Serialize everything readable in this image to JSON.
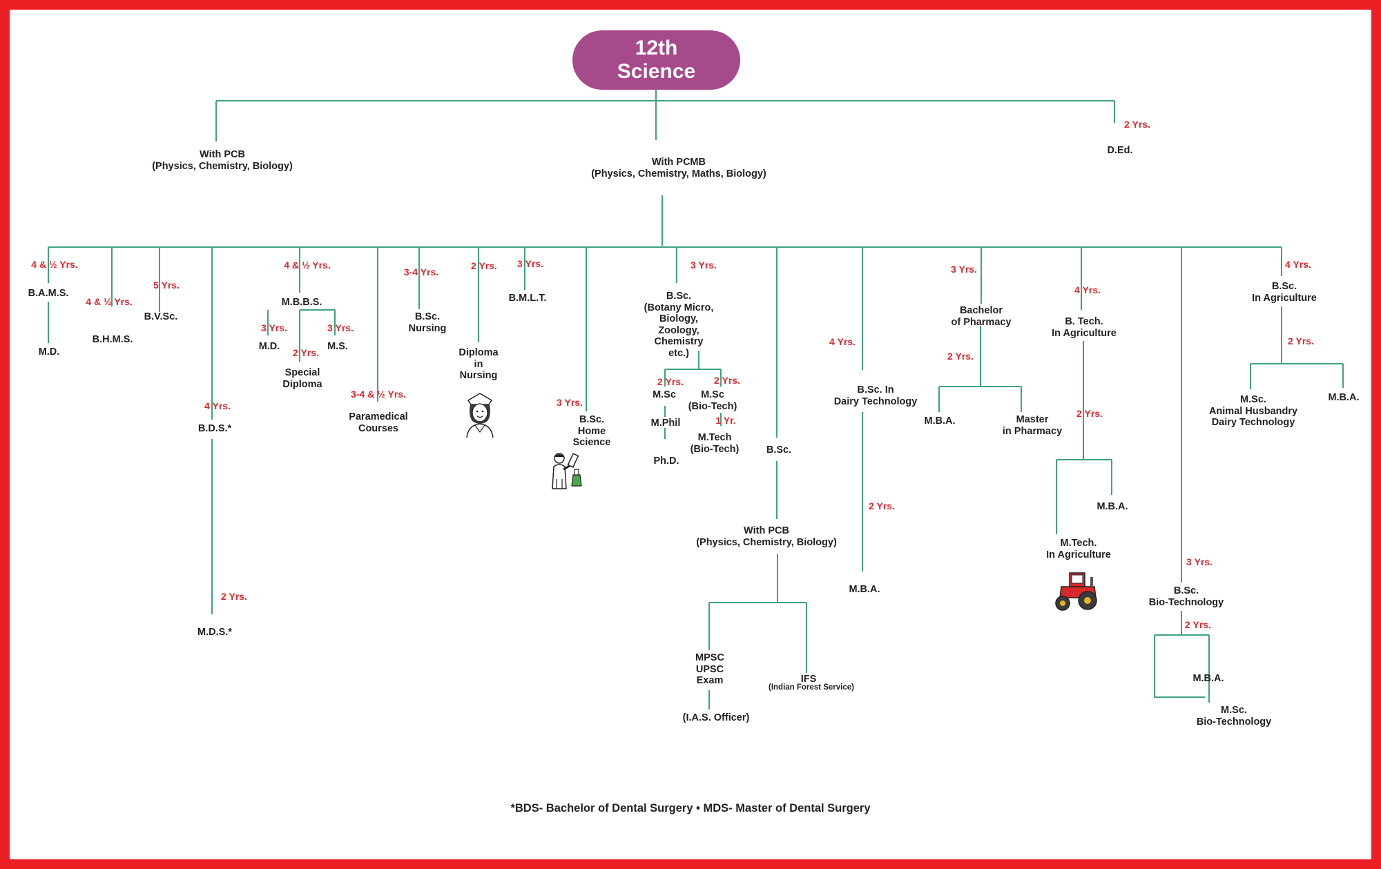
{
  "root": "12th\nScience",
  "accent_colors": {
    "border": "#ec2024",
    "pill": "#a64a8b",
    "line": "#3da37a",
    "duration": "#e0262b"
  },
  "streams": {
    "pcb": "With PCB\n(Physics, Chemistry, Biology)",
    "pcmb": "With PCMB\n(Physics, Chemistry, Maths, Biology)",
    "ded": "D.Ed.",
    "ded_yrs": "2 Yrs."
  },
  "courses": {
    "bams": "B.A.M.S.",
    "bams_yrs": "4 & ½ Yrs.",
    "bams_md": "M.D.",
    "bhms": "B.H.M.S.",
    "bhms_yrs": "4 & ½ Yrs.",
    "bvsc": "B.V.Sc.",
    "bvsc_yrs": "5 Yrs.",
    "bds": "B.D.S.*",
    "bds_yrs": "4 Yrs.",
    "mds": "M.D.S.*",
    "mds_yrs": "2 Yrs.",
    "mbbs": "M.B.B.S.",
    "mbbs_yrs": "4 & ½ Yrs.",
    "mbbs_md": "M.D.",
    "mbbs_md_yrs": "3 Yrs.",
    "special_diploma": "Special\nDiploma",
    "special_diploma_yrs": "2 Yrs.",
    "mbbs_ms": "M.S.",
    "mbbs_ms_yrs": "3 Yrs.",
    "paramedical": "Paramedical\nCourses",
    "paramedical_yrs": "3-4 & ½ Yrs.",
    "bsc_nursing": "B.Sc.\nNursing",
    "bsc_nursing_yrs": "3-4 Yrs.",
    "diploma_nursing": "Diploma\nin\nNursing",
    "diploma_nursing_yrs": "2 Yrs.",
    "bmlt": "B.M.L.T.",
    "bmlt_yrs": "3 Yrs.",
    "bsc_home": "B.Sc.\nHome\nScience",
    "bsc_home_yrs": "3 Yrs.",
    "bsc_botany": "B.Sc.\n(Botany Micro,\nBiology,\nZoology,\nChemistry\netc.)",
    "bsc_botany_yrs": "3 Yrs.",
    "msc": "M.Sc",
    "msc_yrs": "2 Yrs.",
    "mphil": "M.Phil",
    "phd": "Ph.D.",
    "msc_biotech": "M.Sc\n(Bio-Tech)",
    "msc_biotech_yrs": "2 Yrs.",
    "mtech_biotech": "M.Tech\n(Bio-Tech)",
    "mtech_biotech_yrs": "1 Yr.",
    "bsc_general": "B.Sc.",
    "with_pcb_inner": "With PCB\n(Physics, Chemistry, Biology)",
    "mpsc": "MPSC\nUPSC\nExam",
    "ias": "(I.A.S. Officer)",
    "ifs": "IFS",
    "ifs_full": "(Indian Forest Service)",
    "bsc_dairy": "B.Sc. In\nDairy Technology",
    "bsc_dairy_yrs": "4 Yrs.",
    "dairy_mba": "M.B.A.",
    "dairy_mba_yrs": "2 Yrs.",
    "bpharm": "Bachelor\nof Pharmacy",
    "bpharm_yrs": "3 Yrs.",
    "pharm_mba": "M.B.A.",
    "mpharm": "Master\nin Pharmacy",
    "pharm_pg_yrs": "2 Yrs.",
    "btech_agri": "B. Tech.\nIn Agriculture",
    "btech_agri_yrs": "4 Yrs.",
    "mtech_agri": "M.Tech.\nIn Agriculture",
    "agri_mba": "M.B.A.",
    "agri_pg_yrs": "2 Yrs.",
    "bsc_biotech": "B.Sc.\nBio-Technology",
    "bsc_biotech_yrs": "3 Yrs.",
    "biotech_mba": "M.B.A.",
    "msc_biotech2": "M.Sc.\nBio-Technology",
    "biotech_pg_yrs": "2 Yrs.",
    "bsc_agri": "B.Sc.\nIn Agriculture",
    "bsc_agri_yrs": "4 Yrs.",
    "msc_animal": "M.Sc.\nAnimal Husbandry\nDairy Technology",
    "agri_mba2": "M.B.A.",
    "bsc_agri_pg_yrs": "2 Yrs."
  },
  "icons": [
    "nurse-icon",
    "scientist-icon",
    "tractor-icon"
  ],
  "footnote": "*BDS- Bachelor of Dental Surgery • MDS- Master of Dental Surgery"
}
